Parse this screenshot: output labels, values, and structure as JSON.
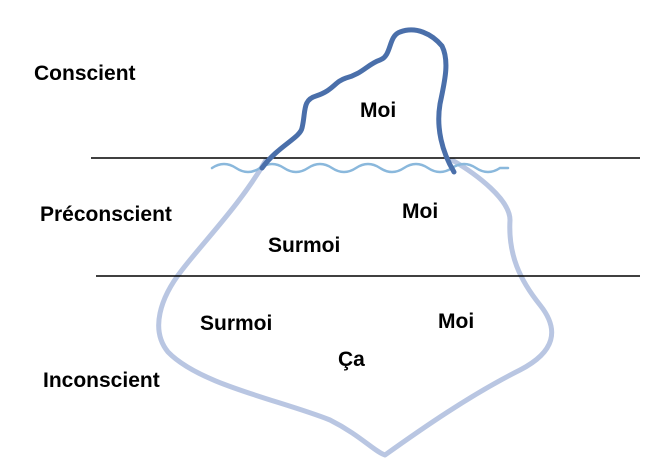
{
  "zones": {
    "conscient": "Conscient",
    "preconscient": "Préconscient",
    "inconscient": "Inconscient"
  },
  "parts": {
    "moi_top": "Moi",
    "moi_mid": "Moi",
    "surmoi_mid": "Surmoi",
    "surmoi_low": "Surmoi",
    "moi_low": "Moi",
    "ca": "Ça"
  },
  "colors": {
    "tip_outline": "#4a6faa",
    "submerged_outline": "#b9c6e2",
    "water": "#8ab8dc",
    "divider": "#000000",
    "text": "#000000"
  }
}
